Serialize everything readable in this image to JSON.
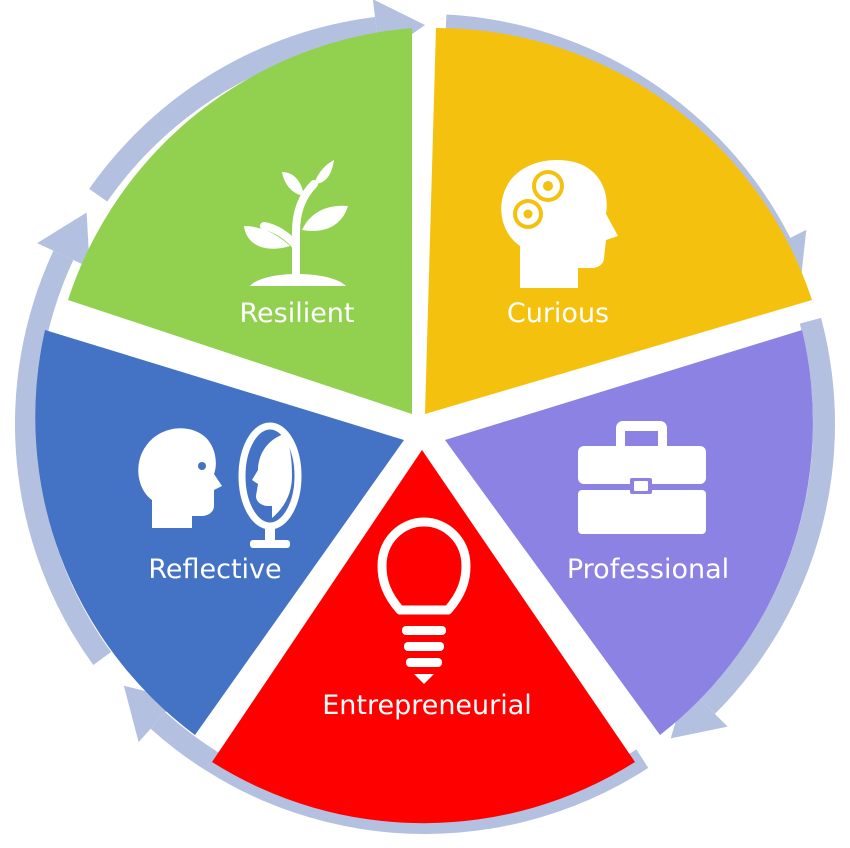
{
  "diagram": {
    "segments": [
      {
        "label": "Curious",
        "icon": "head-gears-icon",
        "color": "#F5C10F"
      },
      {
        "label": "Professional",
        "icon": "briefcase-icon",
        "color": "#8C82E4"
      },
      {
        "label": "Entrepreneurial",
        "icon": "lightbulb-icon",
        "color": "#FF0000"
      },
      {
        "label": "Reflective",
        "icon": "head-mirror-icon",
        "color": "#4472C4"
      },
      {
        "label": "Resilient",
        "icon": "sprout-icon",
        "color": "#92D050"
      }
    ],
    "ring_color": "#B4C0E0"
  }
}
